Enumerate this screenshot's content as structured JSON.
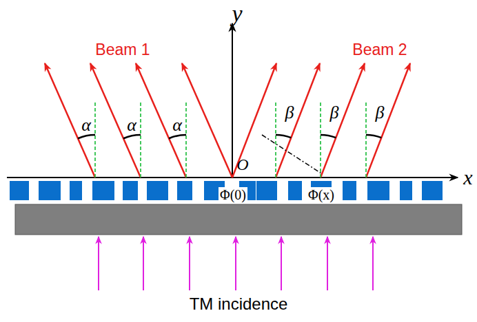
{
  "diagram": {
    "labels": [
      "y",
      "x",
      "O",
      "Beam 1",
      "Beam 2",
      "α",
      "α",
      "α",
      "β",
      "β",
      "β",
      "Φ(0)",
      "Φ(x)",
      "TM incidence"
    ]
  }
}
